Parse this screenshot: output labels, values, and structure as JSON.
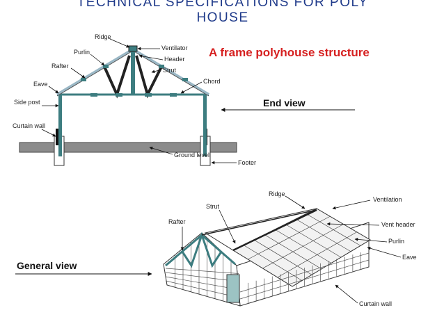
{
  "title": {
    "line1": "TECHNICAL SPECIFICATIONS FOR POLY",
    "line2": "HOUSE"
  },
  "subtitle": "A frame polyhouse structure",
  "views": {
    "end": "End view",
    "general": "General view"
  },
  "end_view_labels": {
    "ridge": "Ridge",
    "ventilator": "Ventilator",
    "purlin": "Purlin",
    "header": "Header",
    "rafter": "Rafter",
    "strut": "Strut",
    "eave": "Eave",
    "chord": "Chord",
    "side_post": "Side post",
    "curtain_wall": "Curtain wall",
    "ground_level": "Ground level",
    "footer": "Footer"
  },
  "general_view_labels": {
    "ridge": "Ridge",
    "ventilation": "Ventilation",
    "strut": "Strut",
    "vent_header": "Vent header",
    "rafter": "Rafter",
    "purlin": "Purlin",
    "eave": "Eave",
    "curtain_wall": "Curtain wall"
  },
  "colors": {
    "title": "#1f3a8a",
    "accent_red": "#d62020",
    "frame": "#3d7d80",
    "ground": "#7a7a7a"
  }
}
